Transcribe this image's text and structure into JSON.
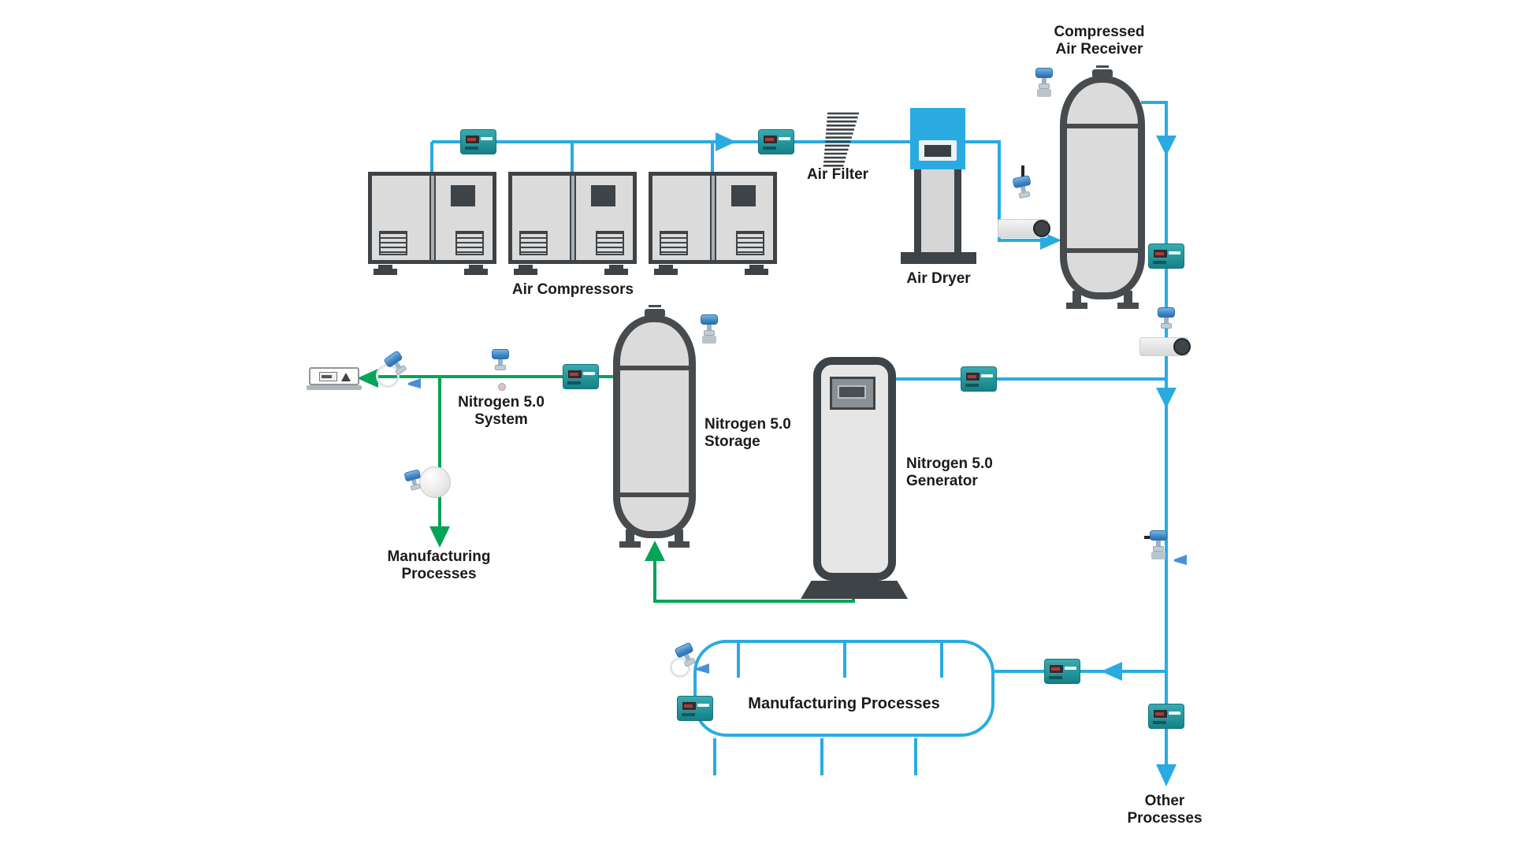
{
  "labels": {
    "air_compressors": "Air Compressors",
    "air_filter": "Air Filter",
    "air_dryer": "Air Dryer",
    "compressed_air_receiver": [
      "Compressed",
      "Air Receiver"
    ],
    "nitrogen_system": [
      "Nitrogen 5.0",
      "System"
    ],
    "nitrogen_storage": [
      "Nitrogen 5.0",
      "Storage"
    ],
    "nitrogen_generator": [
      "Nitrogen 5.0",
      "Generator"
    ],
    "manufacturing_processes": [
      "Manufacturing",
      "Processes"
    ],
    "manufacturing_processes_box": "Manufacturing Processes",
    "other_processes": [
      "Other",
      "Processes"
    ]
  },
  "colors": {
    "compressed_air_line": "#29ABE2",
    "nitrogen_line": "#06A457",
    "flow_meter_teal": "#2AA1A8",
    "equipment_dark": "#3E4347",
    "equipment_fill": "#DBDBDB",
    "background": "#FFFFFF"
  }
}
